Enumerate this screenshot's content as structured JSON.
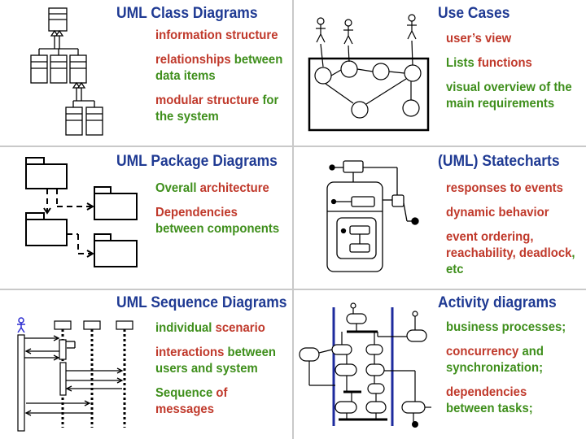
{
  "panels": [
    {
      "title": "UML Class Diagrams",
      "items": [
        [
          {
            "t": "information structure",
            "c": "red"
          }
        ],
        [
          {
            "t": "relationships ",
            "c": "red"
          },
          {
            "t": "between data items",
            "c": "green"
          }
        ],
        [
          {
            "t": "modular structure ",
            "c": "red"
          },
          {
            "t": "for the system",
            "c": "green"
          }
        ]
      ]
    },
    {
      "title": "Use Cases",
      "items": [
        [
          {
            "t": "user’s view",
            "c": "red"
          }
        ],
        [
          {
            "t": "Lists ",
            "c": "green"
          },
          {
            "t": "functions",
            "c": "red"
          }
        ],
        [
          {
            "t": "visual overview of the main requirements",
            "c": "green"
          }
        ]
      ]
    },
    {
      "title": "UML Package Diagrams",
      "items": [
        [
          {
            "t": "Overall ",
            "c": "green"
          },
          {
            "t": "architecture",
            "c": "red"
          }
        ],
        [
          {
            "t": "Dependencies ",
            "c": "red"
          },
          {
            "t": "between components",
            "c": "green"
          }
        ]
      ]
    },
    {
      "title": "(UML) Statecharts",
      "items": [
        [
          {
            "t": "responses to events",
            "c": "red"
          }
        ],
        [
          {
            "t": "dynamic behavior",
            "c": "red"
          }
        ],
        [
          {
            "t": "event ordering, reachability, deadlock",
            "c": "red"
          },
          {
            "t": ", etc",
            "c": "green"
          }
        ]
      ]
    },
    {
      "title": "UML Sequence Diagrams",
      "items": [
        [
          {
            "t": "individual ",
            "c": "green"
          },
          {
            "t": "scenario",
            "c": "red"
          }
        ],
        [
          {
            "t": "interactions ",
            "c": "red"
          },
          {
            "t": "between users and system",
            "c": "green"
          }
        ],
        [
          {
            "t": "Sequence ",
            "c": "green"
          },
          {
            "t": "of messages",
            "c": "red"
          }
        ]
      ]
    },
    {
      "title": "Activity diagrams",
      "items": [
        [
          {
            "t": "business processes;",
            "c": "green"
          }
        ],
        [
          {
            "t": "concurrency ",
            "c": "red"
          },
          {
            "t": "and synchronization;",
            "c": "green"
          }
        ],
        [
          {
            "t": "dependencies ",
            "c": "red"
          },
          {
            "t": "between tasks;",
            "c": "green"
          }
        ]
      ]
    }
  ],
  "colors": {
    "title": "#1f3a93",
    "red": "#c0392b",
    "green": "#3f8f1c",
    "divider": "#c9c9c9",
    "actor": "#2d2dd0",
    "swimlane": "#1e2b9e"
  }
}
